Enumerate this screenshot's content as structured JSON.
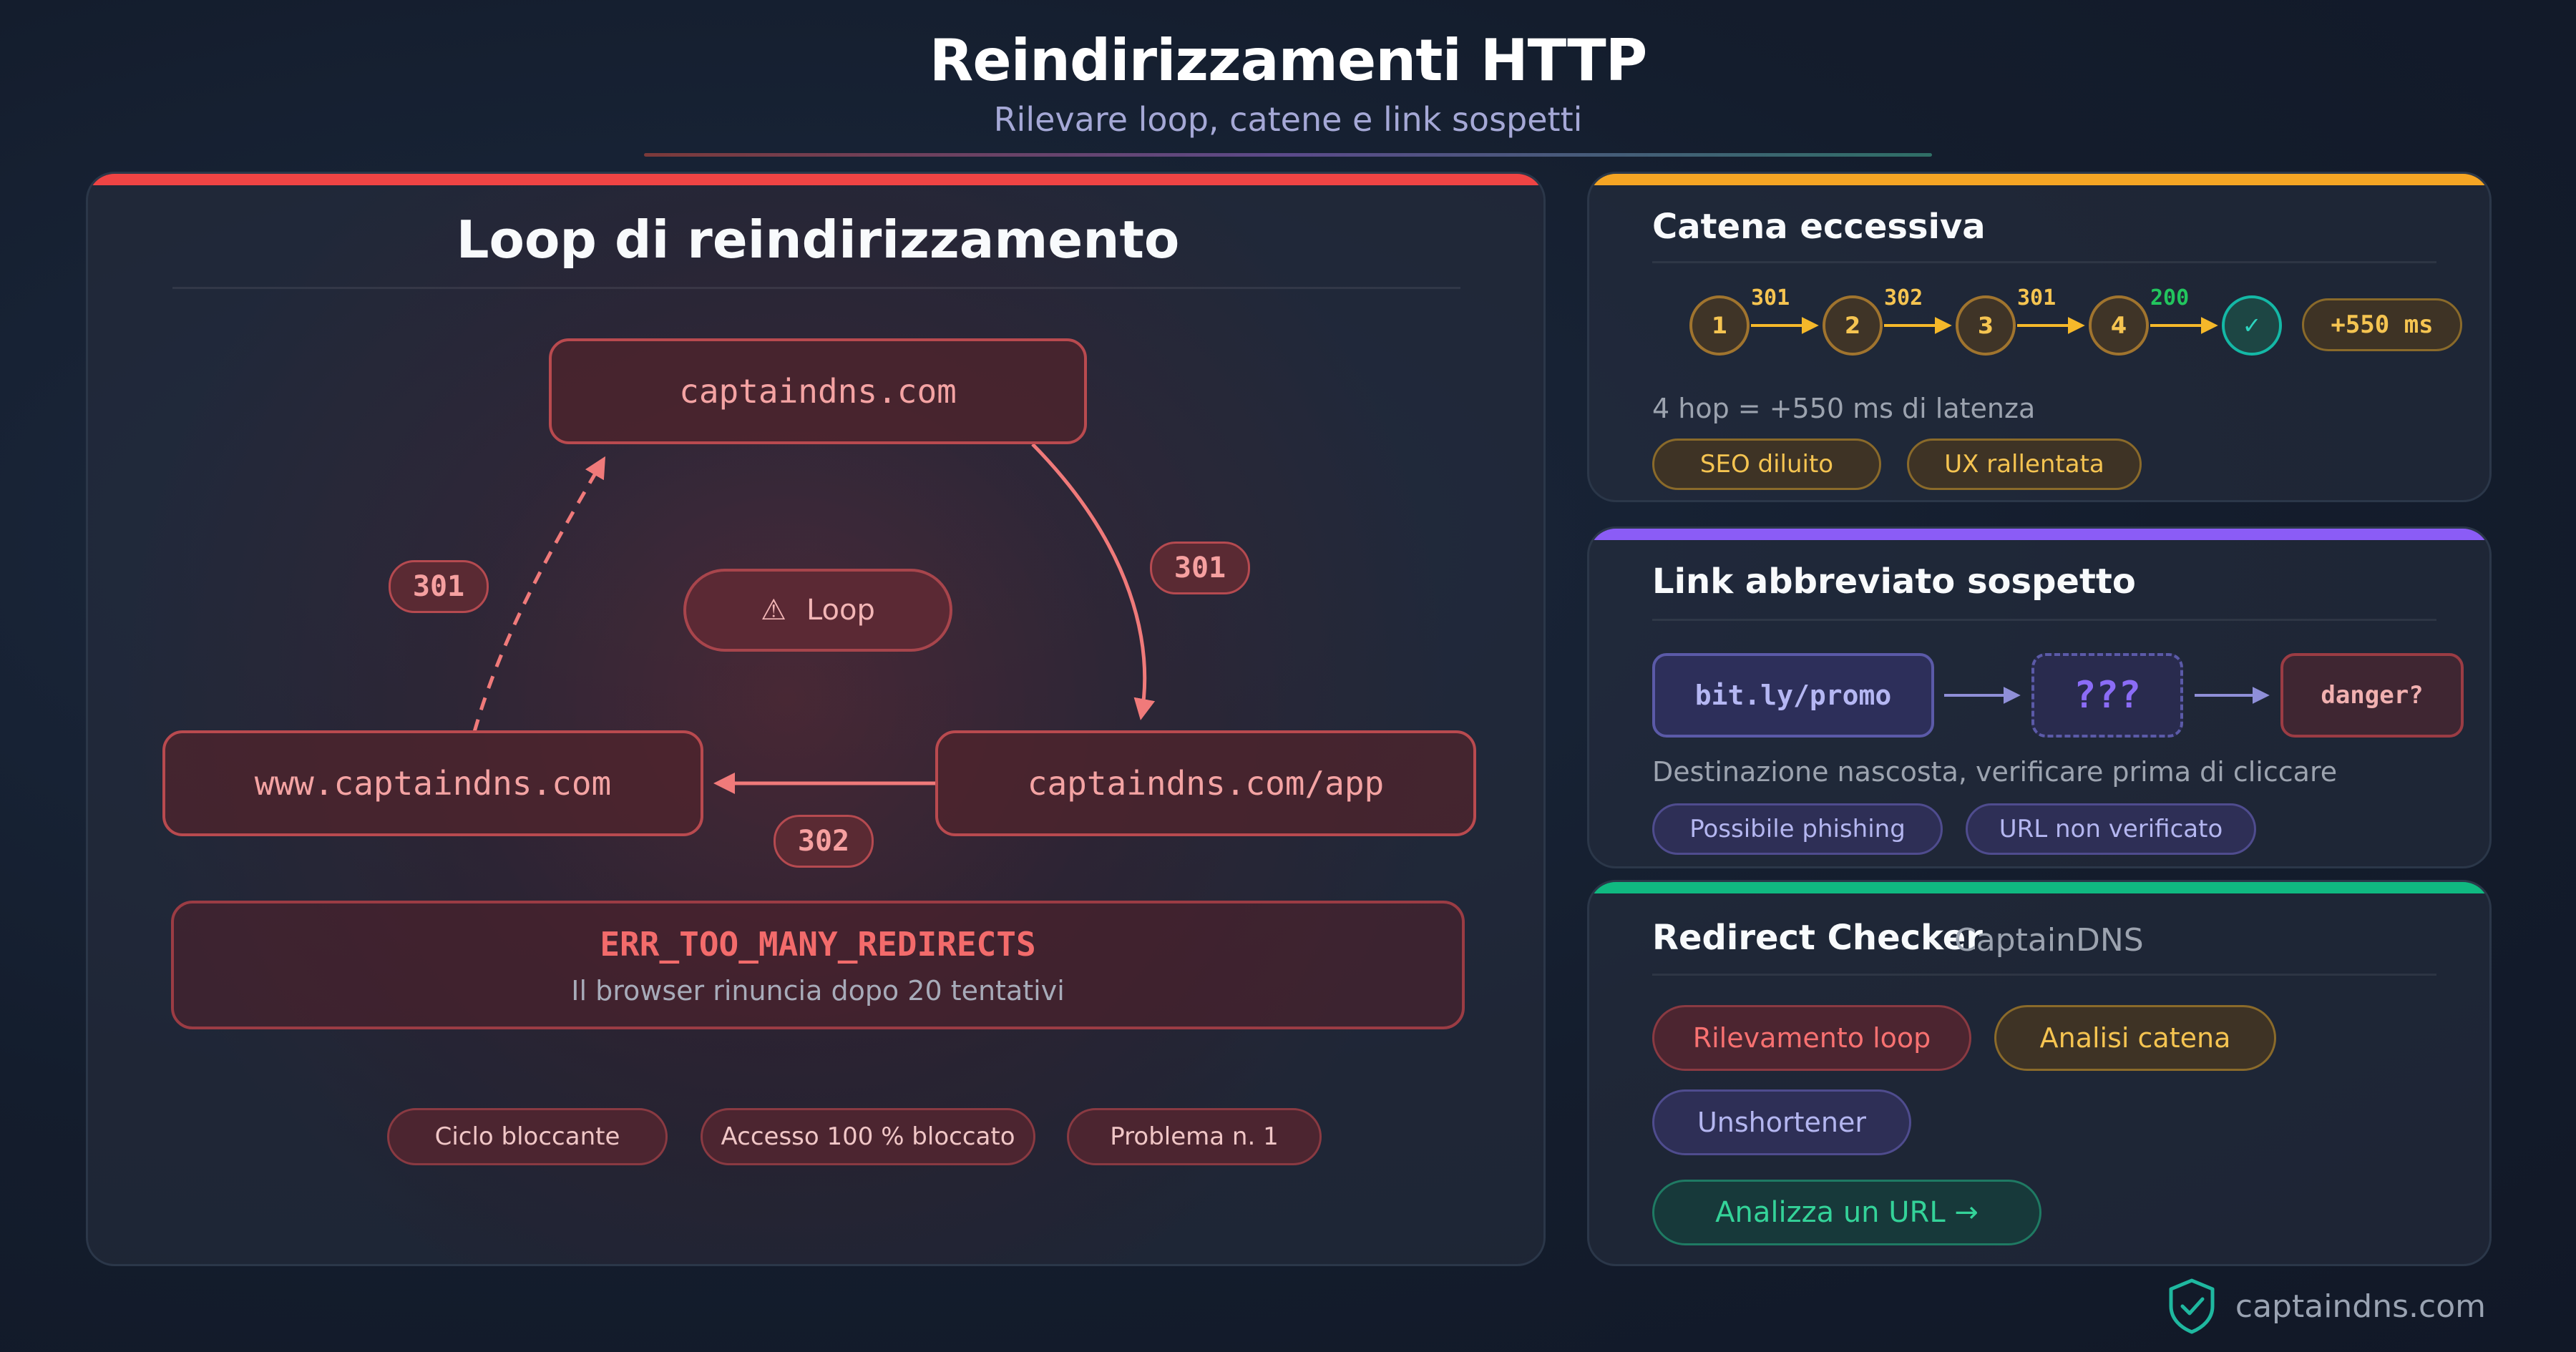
{
  "header": {
    "title": "Reindirizzamenti HTTP",
    "subtitle": "Rilevare loop, catene e link sospetti"
  },
  "loop": {
    "title": "Loop di reindirizzamento",
    "nodes": {
      "top": "captaindns.com",
      "left": "www.captaindns.com",
      "right": "captaindns.com/app"
    },
    "codes": {
      "left_up": "301",
      "top_right": "301",
      "right_left": "302"
    },
    "badge": "Loop",
    "error": {
      "code": "ERR_TOO_MANY_REDIRECTS",
      "description": "Il browser rinuncia dopo 20 tentativi"
    },
    "tags": [
      "Ciclo bloccante",
      "Accesso 100 % bloccato",
      "Problema n. 1"
    ],
    "colors": {
      "accent": "#ef4444"
    }
  },
  "chain": {
    "title": "Catena eccessiva",
    "hops": [
      "1",
      "2",
      "3",
      "4"
    ],
    "codes": [
      "301",
      "302",
      "301",
      "200"
    ],
    "final_icon": "check-icon",
    "final_symbol": "✓",
    "latency": "+550 ms",
    "description": "4 hop = +550 ms di latenza",
    "tags": [
      "SEO diluito",
      "UX rallentata"
    ],
    "colors": {
      "accent": "#f5a524"
    }
  },
  "shortlink": {
    "title": "Link abbreviato sospetto",
    "source": "bit.ly/promo",
    "hidden": "???",
    "destination": "danger?",
    "description": "Destinazione nascosta, verificare prima di cliccare",
    "tags": [
      "Possibile phishing",
      "URL non verificato"
    ],
    "colors": {
      "accent": "#8b5cf6"
    }
  },
  "checker": {
    "title": "Redirect Checker",
    "brand": "CaptainDNS",
    "features": [
      "Rilevamento loop",
      "Analisi catena",
      "Unshortener"
    ],
    "cta": "Analizza un URL →",
    "colors": {
      "accent": "#10b981"
    }
  },
  "footer": {
    "brand": "captaindns.com",
    "icon": "shield-check-icon"
  }
}
